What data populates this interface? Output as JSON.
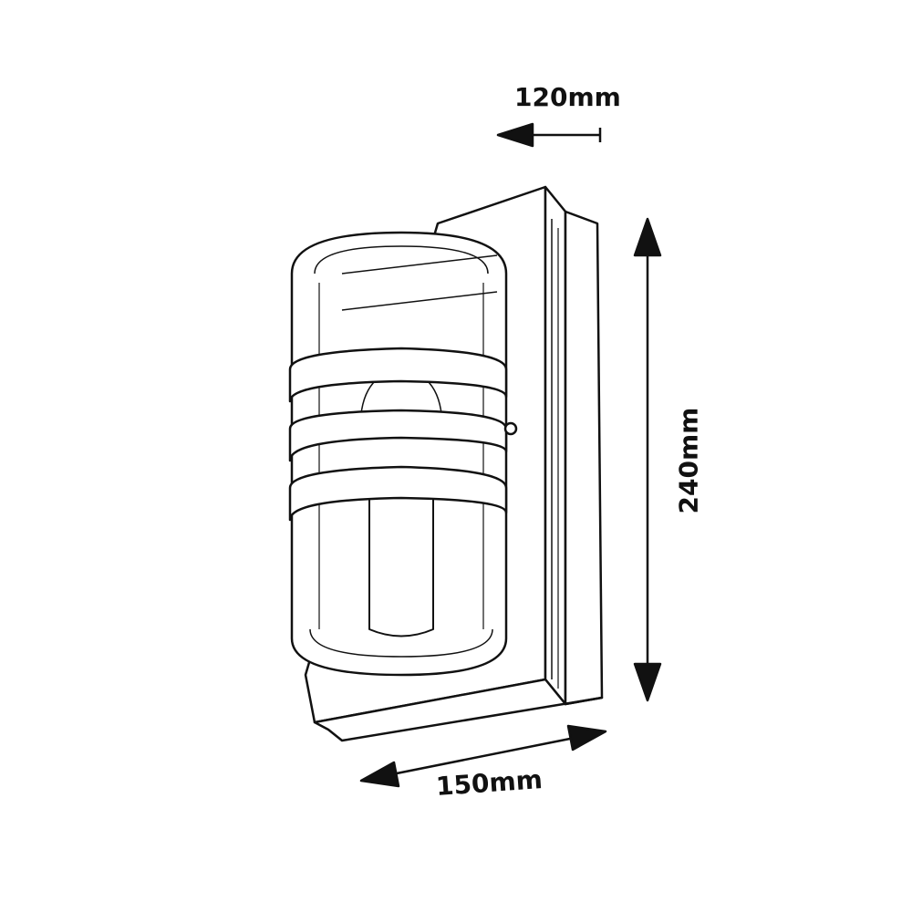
{
  "dimensions": {
    "depth": "120mm",
    "height": "240mm",
    "width": "150mm"
  },
  "colors": {
    "ink": "#111111",
    "paper": "#ffffff"
  }
}
